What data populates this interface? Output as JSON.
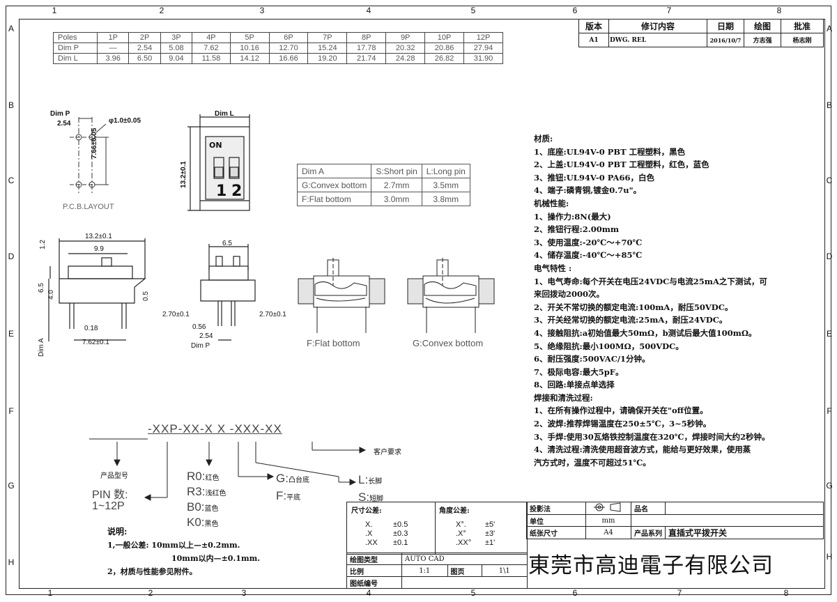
{
  "zones": {
    "cols": [
      "1",
      "2",
      "3",
      "4",
      "5",
      "6",
      "7",
      "8"
    ],
    "rows": [
      "A",
      "B",
      "C",
      "D",
      "E",
      "F",
      "G",
      "H"
    ]
  },
  "poles_table": {
    "rows": [
      [
        "Poles",
        "1P",
        "2P",
        "3P",
        "4P",
        "5P",
        "6P",
        "7P",
        "8P",
        "9P",
        "10P",
        "12P"
      ],
      [
        "Dim  P",
        "—",
        "2.54",
        "5.08",
        "7.62",
        "10.16",
        "12.70",
        "15.24",
        "17.78",
        "20.32",
        "20.86",
        "27.94"
      ],
      [
        "Dim  L",
        "3.96",
        "6.50",
        "9.04",
        "11.58",
        "14.12",
        "16.66",
        "19.20",
        "21.74",
        "24.28",
        "26.82",
        "31.90"
      ]
    ]
  },
  "revision_table": {
    "headers": [
      "版本",
      "修订内容",
      "日期",
      "绘图",
      "批准"
    ],
    "row": [
      "A1",
      "DWG. REL",
      "2016/10/7",
      "方志强",
      "杨志刚"
    ]
  },
  "pcb": {
    "dim_p": "Dim  P",
    "pitch": "2.54",
    "hole": "φ1.0±0.05",
    "vertical": "7.66±0.05",
    "caption": "P.C.B.LAYOUT"
  },
  "top_view": {
    "dim_l": "Dim  L",
    "height": "13.2±0.1",
    "on": "ON",
    "pos1": "1",
    "pos2": "2"
  },
  "dim_a_table": {
    "rows": [
      [
        "Dim  A",
        "S:Short  pin",
        "L:Long  pin"
      ],
      [
        "G:Convex  bottom",
        "2.7mm",
        "3.5mm"
      ],
      [
        "F:Flat  bottom",
        "3.0mm",
        "3.8mm"
      ]
    ]
  },
  "side_view": {
    "width": "13.2±0.1",
    "inner": "9.9",
    "top": "1.2",
    "h1": "6.5",
    "h2": "4.0",
    "right": "0.5",
    "pin": "0.18",
    "pitch": "7.62±0.1",
    "dim_a": "Dim  A"
  },
  "front_view": {
    "width": "6.5",
    "left": "2.70±0.1",
    "right": "2.70±0.1",
    "pin": "0.56",
    "pitch": "2.54",
    "dim_p": "Dim  P"
  },
  "sections": {
    "flat": "F:Flat  bottom",
    "convex": "G:Convex  bottom"
  },
  "specs": [
    "材质:",
    "1、底座:UL94V-0 PBT 工程塑料，黑色",
    "2、上盖:UL94V-0 PBT 工程塑料，红色，蓝色",
    "3、推钮:UL94V-0 PA66，白色",
    "4、端子:磷青铜,镀金0.7u\"。",
    "机械性能:",
    "1、操作力:8N(最大)",
    "2、推钮行程:2.00mm",
    "3、使用温度:-20℃～+70℃",
    "4、储存温度:-40℃～+85℃",
    "电气特性 :",
    "1、电气寿命:每个开关在电压24VDC与电流25mA之下测试，可",
    "     来回拨动2000次。",
    "2、开关不常切换的额定电流:100mA，耐压50VDC。",
    "3、开关经常切换的额定电流:25mA，耐压24VDC。",
    "4、接触阻抗:a初始值最大50mΩ，b测试后最大值100mΩ。",
    "5、绝缘阻抗:最小100MΩ，500VDC。",
    "6、耐压强度:500VAC/1分钟。",
    "7、极际电容:最大5pF。",
    "8、回路:单接点单选择",
    "焊接和清洗过程:",
    "1、在所有操作过程中，请确保开关在\"off位置。",
    "2、波焊:推荐焊锡温度在250±5℃，3~5秒钟。",
    "3、手焊:使用30瓦烙铁控制温度在320℃，焊接时间大约2秒钟。",
    "4、清洗过程:清洗使用超音波方式，能给与更好效果，使用蒸",
    "     汽方式时，温度不可超过51℃。"
  ],
  "part_code": {
    "code": "-XXP-XX-X X -XXX-XX",
    "customer": "客户要求",
    "product": "产品型号",
    "pin_label": "PIN  数:",
    "pin_range": "1~12P",
    "colors": [
      {
        "code": "R0:",
        "name": "红色"
      },
      {
        "code": "R3:",
        "name": "浅红色"
      },
      {
        "code": "B0:",
        "name": "蓝色"
      },
      {
        "code": "K0:",
        "name": "黑色"
      }
    ],
    "bottoms": [
      {
        "code": "G:",
        "name": "凸台底"
      },
      {
        "code": "F:",
        "name": "平底"
      }
    ],
    "pins": [
      {
        "code": "L:",
        "name": "长脚"
      },
      {
        "code": "S:",
        "name": "短脚"
      }
    ]
  },
  "notes": {
    "title": "说明:",
    "line1": "1,一般公差: 10mm以上—±0.2mm.",
    "line2": "10mm以内—±0.1mm.",
    "line3": "2，材质与性能参见附件。"
  },
  "title_block": {
    "dim_tol": "尺寸公差:",
    "ang_tol": "角度公差:",
    "tol_rows": [
      [
        "X.",
        "±0.5",
        "X°.",
        "±5'"
      ],
      [
        ".X",
        "±0.3",
        ".X°",
        "±3'"
      ],
      [
        ".XX",
        "±0.1",
        ".XX°",
        "±1'"
      ]
    ],
    "drawing_type_label": "绘图类型",
    "drawing_type": "AUTO CAD",
    "scale_label": "比例",
    "scale": "1:1",
    "page_label": "图页",
    "page": "1\\1",
    "drawing_no_label": "图纸编号",
    "projection_label": "投影法",
    "name_label": "品名",
    "unit_label": "单位",
    "unit": "mm",
    "size_label": "纸张尺寸",
    "size": "A4",
    "series_label": "产品系列",
    "series": "直插式平拨开关",
    "company": "東莞市高迪電子有限公司"
  }
}
